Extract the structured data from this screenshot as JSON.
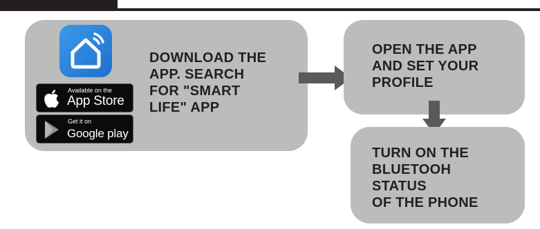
{
  "steps": [
    {
      "text": "DOWNLOAD THE\nAPP. SEARCH\nFOR \"SMART\nLIFE\" APP"
    },
    {
      "text": "OPEN THE APP\nAND SET YOUR\nPROFILE"
    },
    {
      "text": "TURN ON THE\nBLUETOOH\nSTATUS\nOF THE PHONE"
    }
  ],
  "badges": {
    "app_store": {
      "small": "Available on the",
      "big": "App Store"
    },
    "google_play": {
      "small": "Get it on",
      "big": "Google play"
    }
  },
  "icons": {
    "app": "smart-life-house-wifi-icon",
    "apple": "apple-logo-icon",
    "google_play": "google-play-triangle-icon",
    "arrow_right": "arrow-right-icon",
    "arrow_down": "arrow-down-icon"
  },
  "colors": {
    "card_background": "#bcbcbc",
    "text": "#231f20",
    "arrow": "#5a5a5a",
    "app_icon": "#2b86df",
    "badge": "#0b0b0b"
  }
}
